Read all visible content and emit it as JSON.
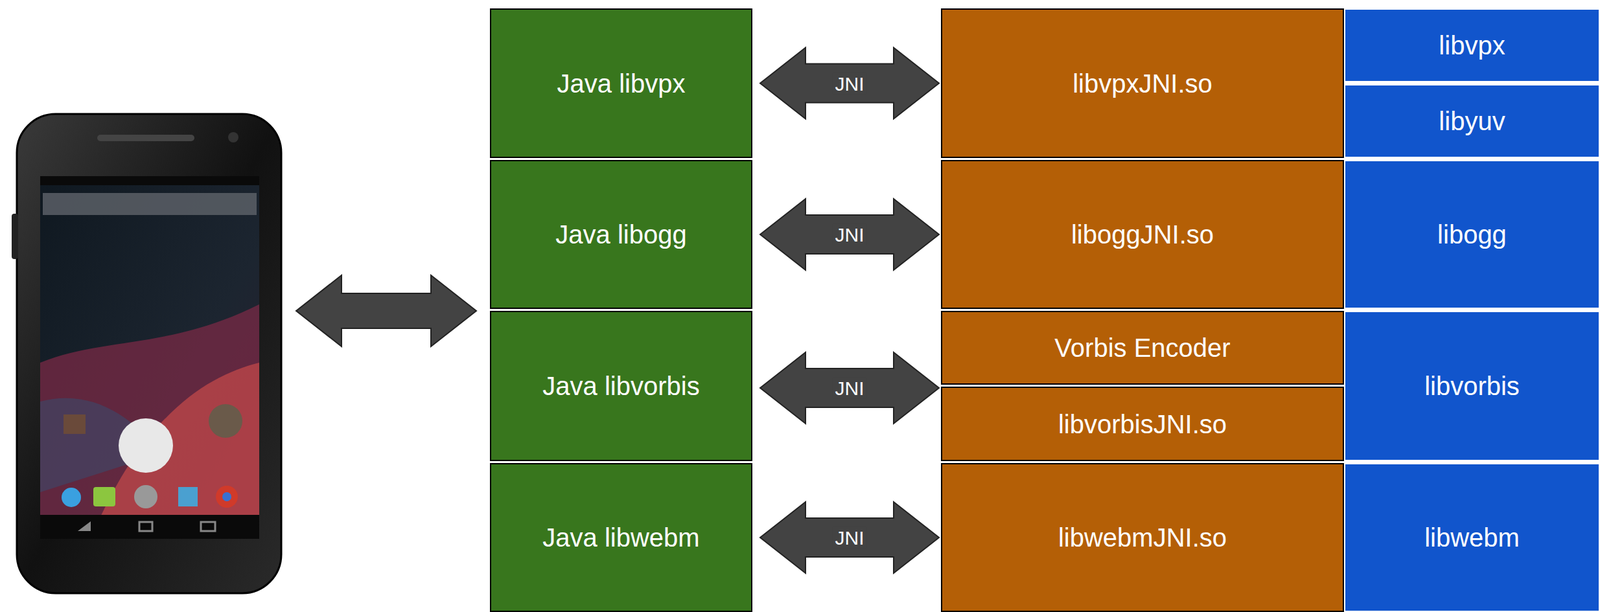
{
  "diagram": {
    "nodes": [
      {
        "text": [
          "Java libvpx"
        ]
      },
      {
        "text": [
          "libvpxJNI.so"
        ]
      },
      {
        "text": [
          "libvpx"
        ]
      },
      {
        "text": [
          "libyuv"
        ]
      },
      {
        "text": [
          "Java libogg"
        ]
      },
      {
        "text": [
          "liboggJNI.so"
        ]
      },
      {
        "text": [
          "libogg"
        ]
      },
      {
        "text": [
          "Java libvorbis"
        ]
      },
      {
        "text": [
          "Vorbis Encoder"
        ]
      },
      {
        "text": [
          "libvorbisJNI.so"
        ]
      },
      {
        "text": [
          "libvorbis"
        ]
      },
      {
        "text": [
          "Java libwebm"
        ]
      },
      {
        "text": [
          "libwebmJNI.so"
        ]
      },
      {
        "text": [
          "libwebm"
        ]
      }
    ],
    "edges": [
      {
        "from": 0,
        "to": 1,
        "label": "JNI",
        "arrow": "both"
      },
      {
        "from": 4,
        "to": 5,
        "label": "JNI",
        "arrow": "both"
      },
      {
        "from": 7,
        "to": 9,
        "label": "JNI",
        "arrow": "both"
      },
      {
        "from": 11,
        "to": 12,
        "label": "JNI",
        "arrow": "both"
      }
    ]
  }
}
